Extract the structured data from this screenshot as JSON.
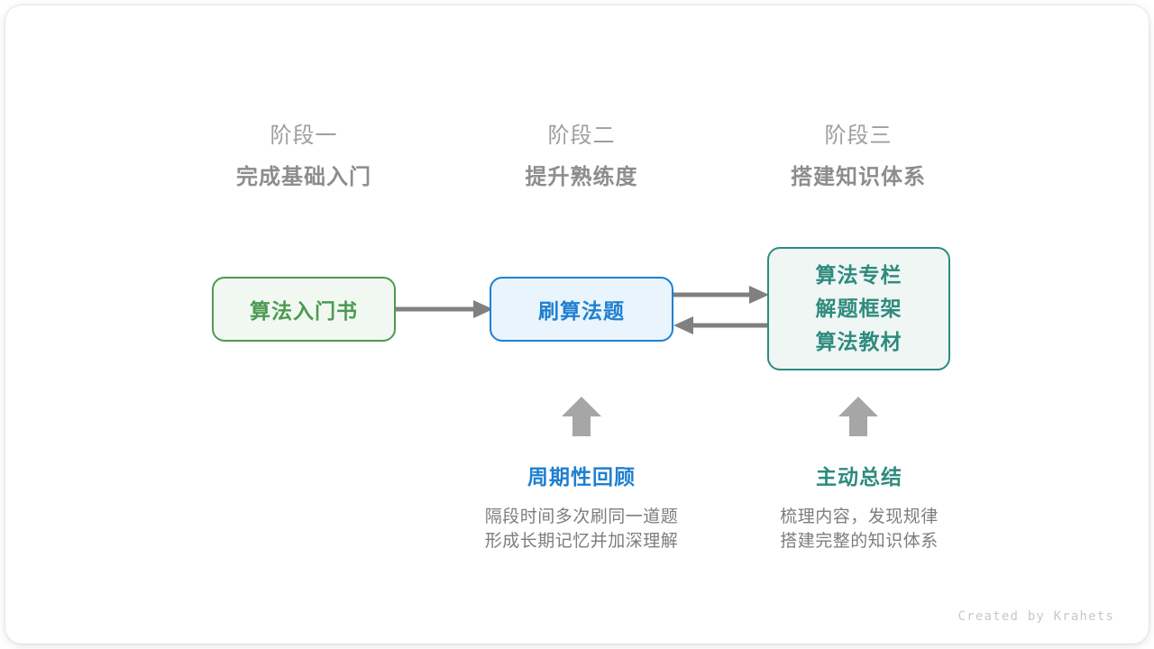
{
  "phases": [
    {
      "index": "阶段一",
      "title": "完成基础入门"
    },
    {
      "index": "阶段二",
      "title": "提升熟练度"
    },
    {
      "index": "阶段三",
      "title": "搭建知识体系"
    }
  ],
  "nodes": {
    "book": {
      "label": "算法入门书",
      "color": "#4d9a51",
      "fill": "#f1f8f1"
    },
    "practice": {
      "label": "刷算法题",
      "color": "#1f80d0",
      "fill": "#e9f4fc"
    },
    "resources": {
      "lines": [
        "算法专栏",
        "解题框架",
        "算法教材"
      ],
      "color": "#2e8b7e",
      "fill": "#eff6f4"
    }
  },
  "connectors": {
    "arrow_color": "#808080",
    "book_to_practice": "arrow-right",
    "practice_to_resources": "arrow-right",
    "resources_to_practice": "arrow-left",
    "up_arrow_review": "arrow-up",
    "up_arrow_summary": "arrow-up"
  },
  "notes": [
    {
      "title": "周期性回顾",
      "desc_line_1": "隔段时间多次刷同一道题",
      "desc_line_2": "形成长期记忆并加深理解",
      "color": "#1f80d0"
    },
    {
      "title": "主动总结",
      "desc_line_1": "梳理内容，发现规律",
      "desc_line_2": "搭建完整的知识体系",
      "color": "#2e8b7e"
    }
  ],
  "credit": "Created by Krahets"
}
